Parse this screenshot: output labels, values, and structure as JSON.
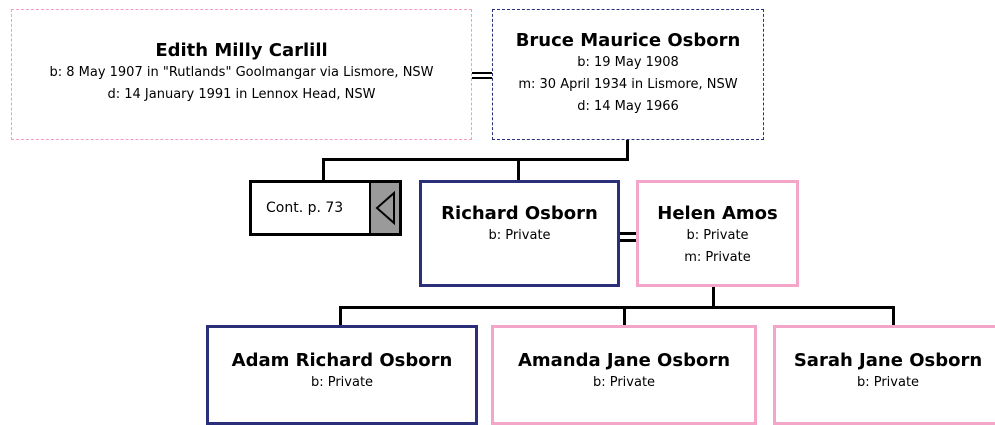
{
  "edith": {
    "name": "Edith Milly Carlill",
    "born": "b: 8 May 1907 in \"Rutlands\" Goolmangar via Lismore, NSW",
    "died": "d: 14 January 1991 in Lennox Head, NSW"
  },
  "bruce": {
    "name": "Bruce Maurice Osborn",
    "born": "b: 19 May 1908",
    "married": "m: 30 April 1934 in Lismore, NSW",
    "died": "d: 14 May 1966"
  },
  "continuation": {
    "label": "Cont. p. 73",
    "icon": "left-triangle-icon"
  },
  "richard": {
    "name": "Richard Osborn",
    "born": "b: Private"
  },
  "helen": {
    "name": "Helen Amos",
    "born": "b: Private",
    "married": "m: Private"
  },
  "children": [
    {
      "name": "Adam Richard Osborn",
      "born": "b: Private"
    },
    {
      "name": "Amanda Jane Osborn",
      "born": "b: Private"
    },
    {
      "name": "Sarah Jane Osborn",
      "born": "b: Private"
    }
  ],
  "colors": {
    "male": "#2b2f7a",
    "female": "#f4a6c8",
    "line": "#000000",
    "arrow_bg": "#9a9a9a"
  }
}
